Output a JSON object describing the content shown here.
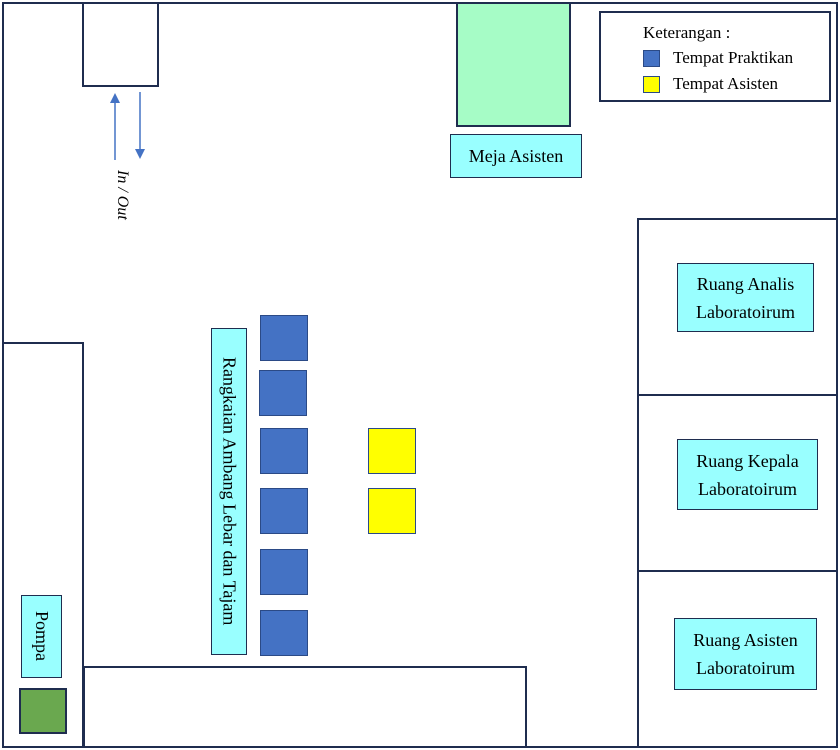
{
  "legend": {
    "title": "Keterangan :",
    "items": [
      {
        "label": "Tempat Praktikan",
        "color": "#4472c4"
      },
      {
        "label": "Tempat Asisten",
        "color": "#ffff00"
      }
    ]
  },
  "entrance": {
    "label": "In / Out"
  },
  "assistant_desk": {
    "label": "Meja Asisten",
    "color": "#a6fcc6"
  },
  "rooms": [
    {
      "line1": "Ruang Analis",
      "line2": "Laboratoirum"
    },
    {
      "line1": "Ruang Kepala",
      "line2": "Laboratoirum"
    },
    {
      "line1": "Ruang Asisten",
      "line2": "Laboratoirum"
    }
  ],
  "apparatus": {
    "label": "Rangkaian Ambang Lebar dan Tajam"
  },
  "pump": {
    "label": "Pompa",
    "color": "#6aa84f"
  },
  "colors": {
    "accent": "#99ffff",
    "wall": "#1f2d4f",
    "arrow": "#4472c4"
  }
}
